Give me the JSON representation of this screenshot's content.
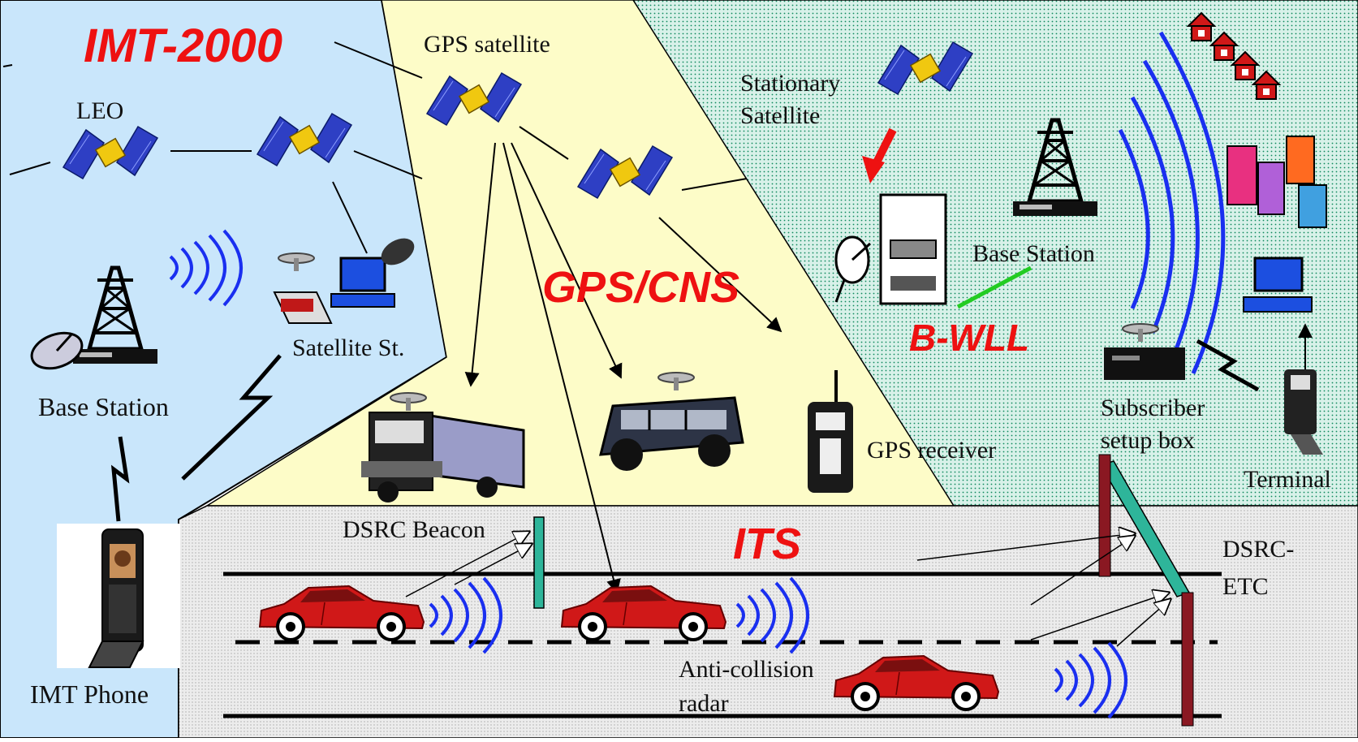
{
  "sections": {
    "imt": "IMT-2000",
    "gps": "GPS/CNS",
    "bwll": "B-WLL",
    "its": "ITS"
  },
  "labels": {
    "gps_satellite": "GPS satellite",
    "leo": "LEO",
    "base_station_left": "Base Station",
    "satellite_station": "Satellite St.",
    "imt_phone": "IMT Phone",
    "stationary_satellite_1": "Stationary",
    "stationary_satellite_2": "Satellite",
    "base_station_right": "Base Station",
    "gps_receiver": "GPS receiver",
    "subscriber_1": "Subscriber",
    "subscriber_2": "setup box",
    "terminal": "Terminal",
    "dsrc_beacon": "DSRC Beacon",
    "dsrc_etc_1": "DSRC-",
    "dsrc_etc_2": "ETC",
    "anti_collision_1": "Anti-collision",
    "anti_collision_2": "radar"
  },
  "colors": {
    "imt_bg": "#c9e6fb",
    "gps_bg": "#fdfcc8",
    "bwll_bg": "#d8f1e9",
    "its_bg": "#e9e9e9",
    "title_red": "#ee1111",
    "satellite_blue": "#2e3fc4",
    "wave_blue": "#1a2ff0",
    "car_red": "#d01818",
    "pole_maroon": "#8a1822",
    "beacon_green": "#2eb59a"
  }
}
